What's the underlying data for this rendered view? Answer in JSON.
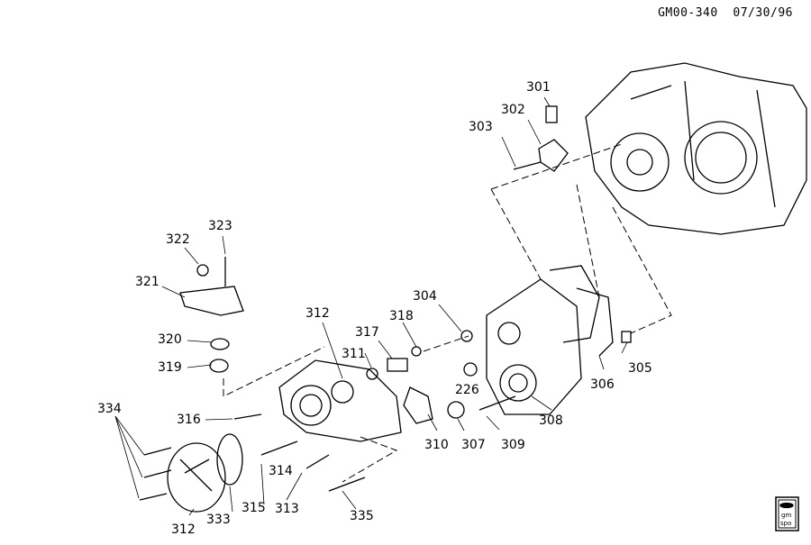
{
  "header": {
    "code": "GM00-340",
    "date": "07/30/96"
  },
  "logo": {
    "text": "GM SPO"
  },
  "callouts": [
    {
      "id": "301",
      "label": "301"
    },
    {
      "id": "302",
      "label": "302"
    },
    {
      "id": "303",
      "label": "303"
    },
    {
      "id": "322",
      "label": "322"
    },
    {
      "id": "323",
      "label": "323"
    },
    {
      "id": "321",
      "label": "321"
    },
    {
      "id": "312a",
      "label": "312"
    },
    {
      "id": "304",
      "label": "304"
    },
    {
      "id": "318",
      "label": "318"
    },
    {
      "id": "317",
      "label": "317"
    },
    {
      "id": "311",
      "label": "311"
    },
    {
      "id": "320",
      "label": "320"
    },
    {
      "id": "319",
      "label": "319"
    },
    {
      "id": "316",
      "label": "316"
    },
    {
      "id": "334",
      "label": "334"
    },
    {
      "id": "226",
      "label": "226"
    },
    {
      "id": "305",
      "label": "305"
    },
    {
      "id": "306",
      "label": "306"
    },
    {
      "id": "308",
      "label": "308"
    },
    {
      "id": "309",
      "label": "309"
    },
    {
      "id": "307",
      "label": "307"
    },
    {
      "id": "310",
      "label": "310"
    },
    {
      "id": "314",
      "label": "314"
    },
    {
      "id": "315",
      "label": "315"
    },
    {
      "id": "313",
      "label": "313"
    },
    {
      "id": "335",
      "label": "335"
    },
    {
      "id": "333",
      "label": "333"
    },
    {
      "id": "312b",
      "label": "312"
    }
  ]
}
